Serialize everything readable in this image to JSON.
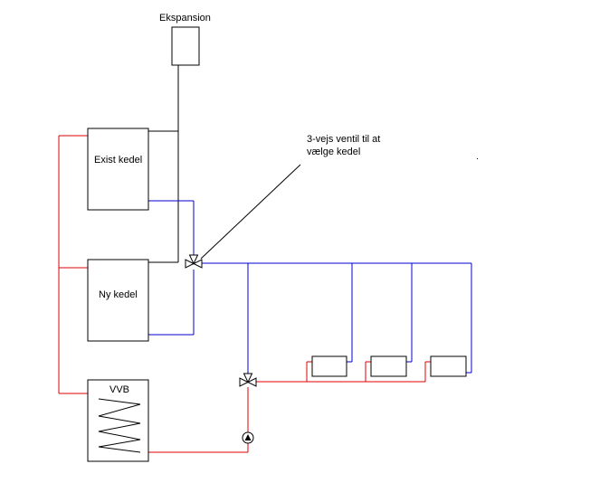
{
  "labels": {
    "expansion": "Ekspansion",
    "exist_boiler": "Exist kedel",
    "new_boiler": "Ny kedel",
    "hot_water_tank": "VVB",
    "valve_note_line1": "3-vejs ventil til at",
    "valve_note_line2": "vælge kedel"
  },
  "colors": {
    "supply_pipe": "#e00000",
    "return_pipe": "#0000cc",
    "expansion_pipe": "#000000"
  },
  "icons": {
    "three_way_valve": "three-way-valve-icon",
    "pump": "pump-icon",
    "radiator": "radiator-icon",
    "heating_coil": "heating-coil-icon"
  },
  "radiator_count": 3
}
